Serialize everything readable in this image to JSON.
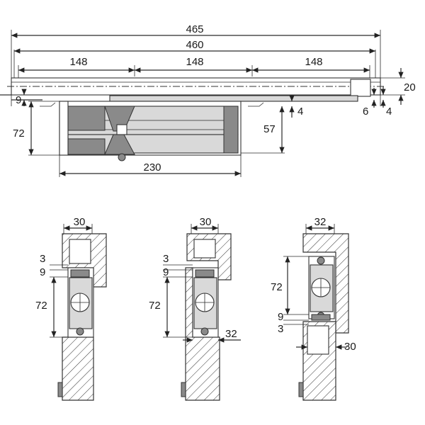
{
  "top_view": {
    "dims": {
      "overall_465": "465",
      "rail_460": "460",
      "spacing_1": "148",
      "spacing_2": "148",
      "spacing_3": "148",
      "height_20": "20",
      "left_9": "9",
      "right_6": "6",
      "right_4a": "4",
      "right_4b": "4",
      "height_72": "72",
      "height_57": "57",
      "width_230": "230"
    }
  },
  "sections": [
    {
      "dims": {
        "width": "30",
        "d3": "3",
        "d9": "9",
        "d72": "72"
      }
    },
    {
      "dims": {
        "width": "30",
        "d3": "3",
        "d9": "9",
        "d72": "72",
        "d32": "32"
      }
    },
    {
      "dims": {
        "width": "32",
        "d72": "72",
        "d9": "9",
        "d3": "3",
        "d30": "30"
      }
    }
  ]
}
